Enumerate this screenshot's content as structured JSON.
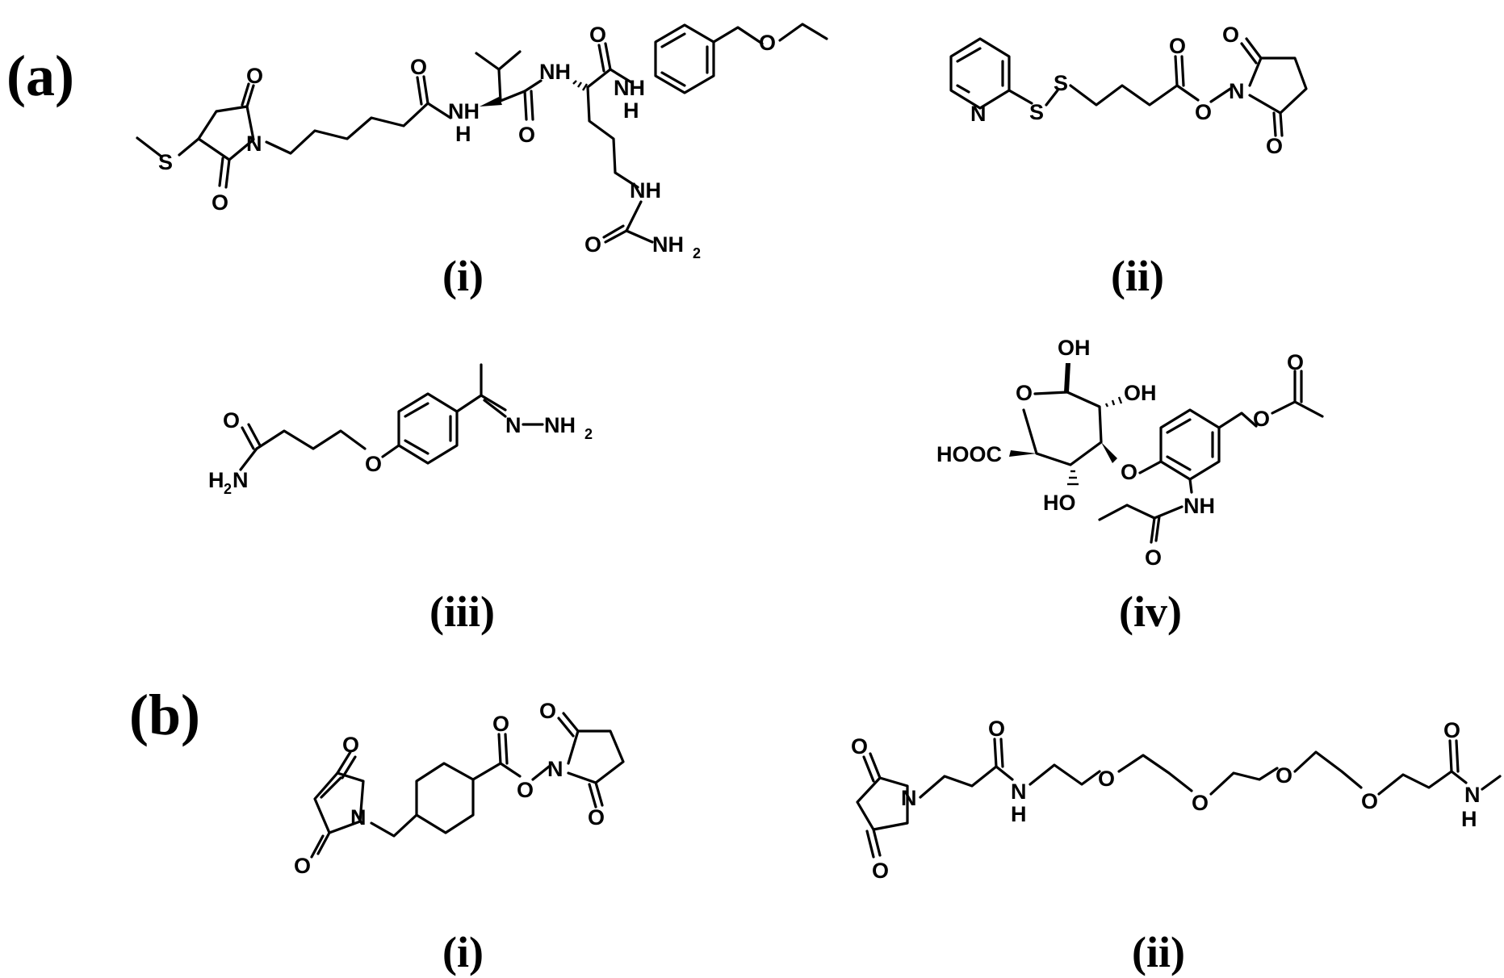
{
  "panels": {
    "a": {
      "label": "(a)",
      "structures": [
        {
          "caption": "(i)",
          "atoms": {
            "s1": "S",
            "o1": "O",
            "o2": "O",
            "n1": "N",
            "o3": "O",
            "nh1": "NH",
            "h1": "H",
            "o4": "O",
            "nh2": "NH",
            "o5": "O",
            "nh3": "NH",
            "h2": "H",
            "o6": "O",
            "nh4": "NH",
            "o7": "O",
            "nh5": "NH",
            "nh5sub": "2"
          }
        },
        {
          "caption": "(ii)",
          "atoms": {
            "n1": "N",
            "s1": "S",
            "s2": "S",
            "o1": "O",
            "o2": "O",
            "n2": "N",
            "o3": "O",
            "o4": "O"
          }
        },
        {
          "caption": "(iii)",
          "atoms": {
            "o1": "O",
            "h2n": "H",
            "h2nsub": "2",
            "h2nN": "N",
            "o2": "O",
            "n1": "N",
            "nh2": "NH",
            "nh2sub": "2"
          }
        },
        {
          "caption": "(iv)",
          "atoms": {
            "oh1": "OH",
            "oh2": "OH",
            "o1": "O",
            "o2": "O",
            "o3": "O",
            "hooc": "HOOC",
            "o4": "O",
            "ho": "HO",
            "nh": "NH",
            "o5": "O"
          }
        }
      ]
    },
    "b": {
      "label": "(b)",
      "structures": [
        {
          "caption": "(i)",
          "atoms": {
            "o1": "O",
            "o2": "O",
            "o3": "O",
            "n1": "N",
            "o4": "O",
            "n2": "N",
            "o5": "O",
            "o6": "O"
          }
        },
        {
          "caption": "(ii)",
          "atoms": {
            "o1": "O",
            "o2": "O",
            "n1": "N",
            "o3": "O",
            "nh1": "N",
            "h1": "H",
            "o4": "O",
            "o5": "O",
            "o6": "O",
            "o7": "O",
            "o8": "O",
            "nh2": "N",
            "h2": "H"
          }
        }
      ]
    }
  }
}
